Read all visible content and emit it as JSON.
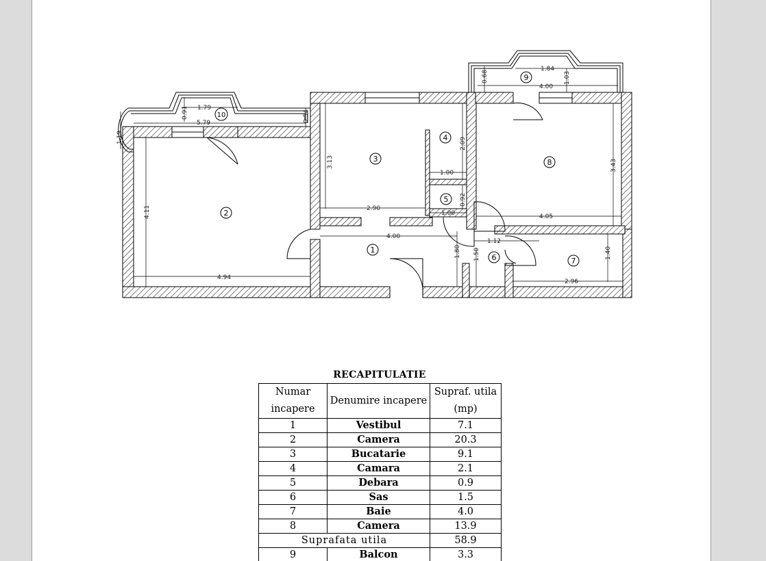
{
  "plan": {
    "room_numbers": [
      "1",
      "2",
      "3",
      "4",
      "5",
      "6",
      "7",
      "8",
      "9",
      "10"
    ],
    "dimensions": [
      "1.84",
      "0.68",
      "1.03",
      "4.00",
      "1.79",
      "0.91",
      "5.79",
      "1.19",
      "0.54",
      "3.13",
      "2.09",
      "4.11",
      "1.00",
      "3.43",
      "0.92",
      "2.90",
      "1.00",
      "4.05",
      "4.00",
      "1.12",
      "1.80",
      "1.50",
      "1.40",
      "4.94",
      "2.96"
    ]
  },
  "summary": {
    "title": "RECAPITULATIE",
    "headers": [
      "Numar incapere",
      "Denumire incapere",
      "Supraf. utila (mp)"
    ],
    "rows": [
      {
        "nr": "1",
        "name": "Vestibul",
        "area": "7.1"
      },
      {
        "nr": "2",
        "name": "Camera",
        "area": "20.3"
      },
      {
        "nr": "3",
        "name": "Bucatarie",
        "area": "9.1"
      },
      {
        "nr": "4",
        "name": "Camara",
        "area": "2.1"
      },
      {
        "nr": "5",
        "name": "Debara",
        "area": "0.9"
      },
      {
        "nr": "6",
        "name": "Sas",
        "area": "1.5"
      },
      {
        "nr": "7",
        "name": "Baie",
        "area": "4.0"
      },
      {
        "nr": "8",
        "name": "Camera",
        "area": "13.9"
      }
    ],
    "total_label": "Suprafata utila",
    "total_value": "58.9",
    "balcony": {
      "nr": "9",
      "name": "Balcon",
      "area": "3.3"
    }
  },
  "colors": {
    "line": "#000000",
    "paper": "#ffffff",
    "background": "#dcdcdc"
  }
}
